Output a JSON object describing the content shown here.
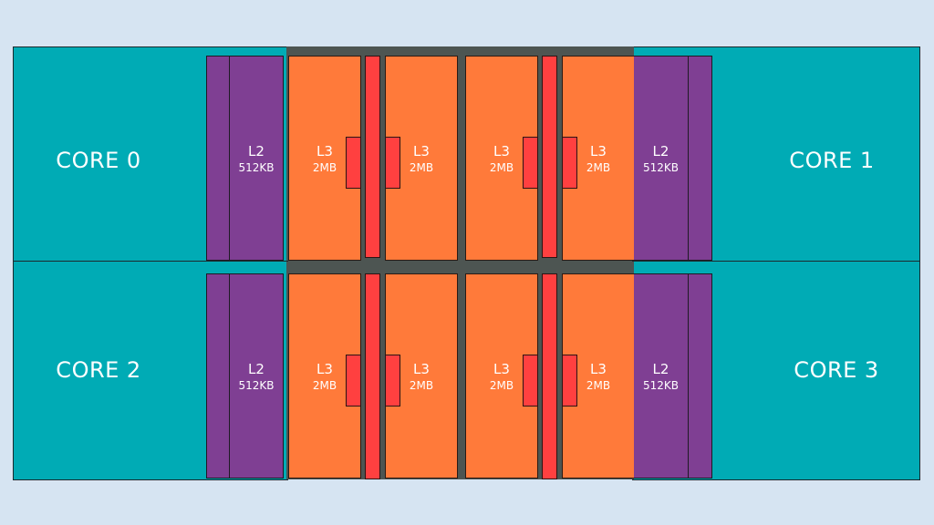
{
  "diagram": {
    "title": "",
    "colors": {
      "background": "#d6e4f2",
      "core": "#00abb5",
      "l2": "#7f3f93",
      "l3": "#ff7a3a",
      "interconnect": "#ff4040",
      "fabric": "#4d5552"
    },
    "cores": [
      {
        "label": "CORE 0"
      },
      {
        "label": "CORE 1"
      },
      {
        "label": "CORE 2"
      },
      {
        "label": "CORE 3"
      }
    ],
    "l2": {
      "name": "L2",
      "size": "512KB"
    },
    "l3": {
      "name": "L3",
      "size": "2MB"
    }
  }
}
